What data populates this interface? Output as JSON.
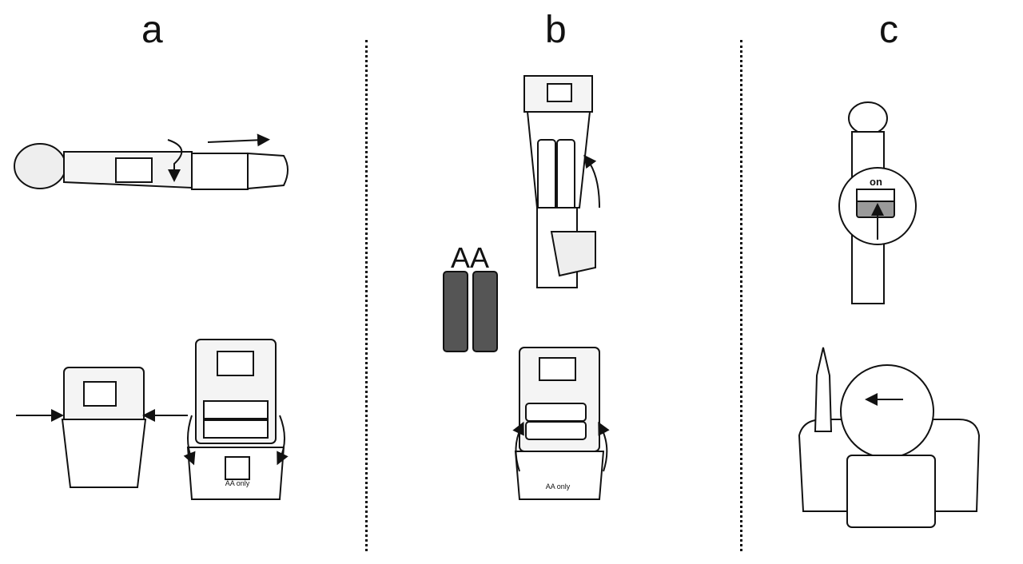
{
  "steps": [
    {
      "label": "a"
    },
    {
      "label": "b"
    },
    {
      "label": "c"
    }
  ],
  "battery_label": "AA",
  "switch_label": "on",
  "compartment_label": "AA only",
  "colors": {
    "ink": "#111111",
    "battery": "#555555",
    "switch_fill": "#9a9a9a"
  }
}
